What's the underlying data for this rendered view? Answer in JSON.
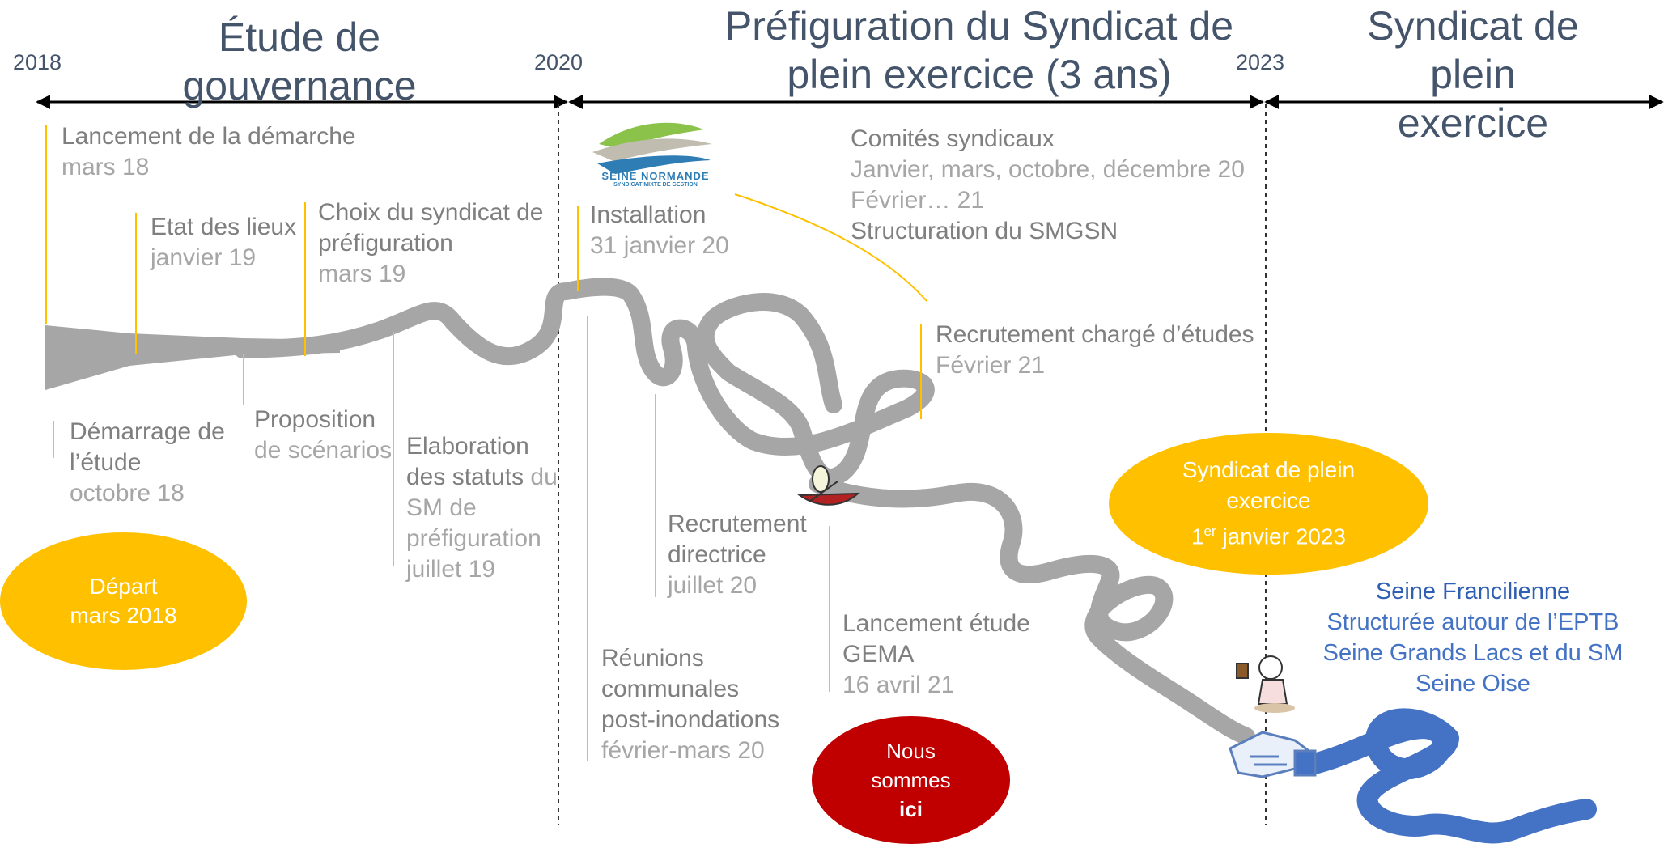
{
  "phases": {
    "phase1": "Étude de gouvernance",
    "phase2_l1": "Préfiguration du Syndicat de",
    "phase2_l2": "plein exercice (3 ans)",
    "phase3_l1": "Syndicat de plein",
    "phase3_l2": "exercice"
  },
  "years": {
    "y2018": "2018",
    "y2020": "2020",
    "y2023": "2023"
  },
  "milestones": {
    "lancement_title": "Lancement de la démarche",
    "lancement_date": "mars 18",
    "etat_title": "Etat des lieux",
    "etat_date": "janvier 19",
    "choix_title_l1": "Choix du syndicat de",
    "choix_title_l2": "préfiguration",
    "choix_date": "mars 19",
    "demarrage_l1": "Démarrage de",
    "demarrage_l2": "l’étude",
    "demarrage_date": "octobre 18",
    "proposition_l1": "Proposition",
    "proposition_l2": "de scénarios",
    "elab_l1": "Elaboration",
    "elab_l2a": "des statuts",
    "elab_l2b": " du",
    "elab_l3": "SM de",
    "elab_l4": "préfiguration",
    "elab_date": "juillet 19",
    "installation_title": "Installation",
    "installation_date": "31 janvier 20",
    "comites_title": "Comités syndicaux",
    "comites_l2": "Janvier, mars, octobre, décembre 20",
    "comites_l3": "Février… 21",
    "comites_l4": "Structuration du SMGSN",
    "recrut_ce_title": "Recrutement chargé d’études",
    "recrut_ce_date": "Février 21",
    "recrut_dir_l1": "Recrutement",
    "recrut_dir_l2": "directrice",
    "recrut_dir_date": "juillet 20",
    "gema_l1": "Lancement étude",
    "gema_l2": "GEMA",
    "gema_date": "16 avril 21",
    "reunions_l1": "Réunions",
    "reunions_l2": "communales",
    "reunions_l3": "post-inondations",
    "reunions_date": "février-mars 20"
  },
  "ovals": {
    "depart_title": "Départ",
    "depart_date": "mars 2018",
    "plein_l1": "Syndicat de plein",
    "plein_l2": "exercice",
    "plein_date_sup": "er",
    "plein_date_pre": "1",
    "plein_date_post": " janvier 2023",
    "nous_l1": "Nous",
    "nous_l2": "sommes",
    "nous_l3": "ici"
  },
  "seine_francilienne": {
    "title": "Seine Francilienne",
    "l2": "Structurée autour de l’EPTB",
    "l3": "Seine Grands Lacs et du SM",
    "l4": "Seine Oise"
  },
  "logo": {
    "line1": "SEINE NORMANDE",
    "line2": "SYNDICAT MIXTE DE GESTION"
  },
  "colors": {
    "title": "#44546a",
    "river": "#a6a6a6",
    "river_blue": "#4472c4",
    "accent_yellow": "#ffc000",
    "red": "#c00000",
    "connector": "#ffc000"
  }
}
